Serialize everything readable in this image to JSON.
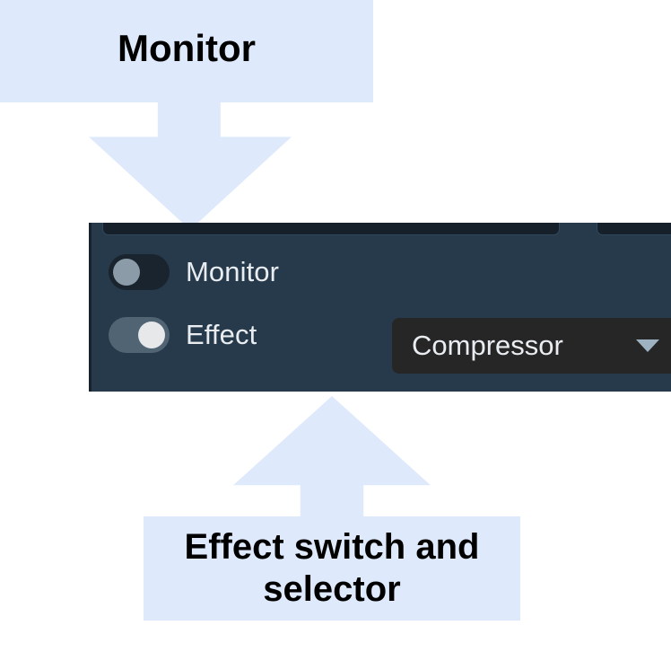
{
  "annotations": {
    "top_callout": {
      "text": "Monitor",
      "arrow": "arrow-down",
      "background": "#deeafb",
      "text_color": "#000000"
    },
    "bottom_callout": {
      "text": "Effect switch and selector",
      "arrow": "arrow-up",
      "background": "#deeafb",
      "text_color": "#000000"
    }
  },
  "panel": {
    "background": "#263a4b",
    "rows": [
      {
        "id": "monitor",
        "label": "Monitor",
        "toggle_state": "off",
        "toggle_track_color": "#19242e",
        "toggle_knob_color": "#8b9ba8"
      },
      {
        "id": "effect",
        "label": "Effect",
        "toggle_state": "on",
        "toggle_track_color": "#516474",
        "toggle_knob_color": "#e6e8ea"
      }
    ],
    "effect_select": {
      "value": "Compressor",
      "caret_icon": "chevron-down-icon",
      "field_background": "#262626",
      "text_color": "#e9edf1"
    }
  }
}
